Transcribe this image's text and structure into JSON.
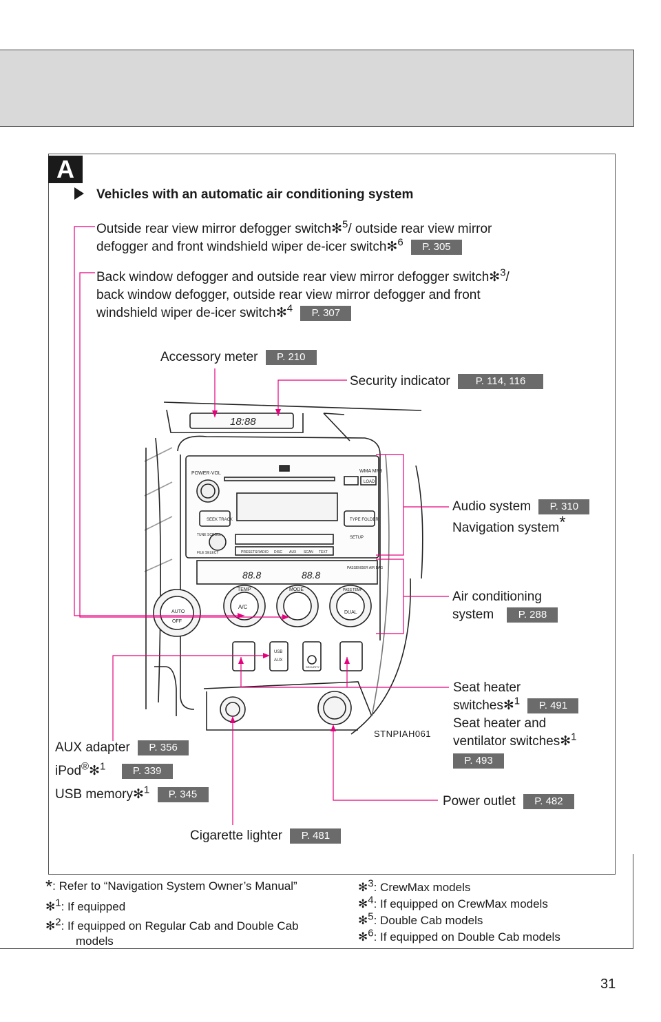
{
  "section_badge": "A",
  "heading": "Vehicles with an automatic air conditioning system",
  "labels": {
    "mirror_defogger": {
      "line1": "Outside rear view mirror defogger switch✻",
      "sup1": "5",
      "line1b": "/ outside rear view mirror",
      "line2": "defogger and front windshield wiper de-icer switch✻",
      "sup2": "6",
      "page": "P. 305"
    },
    "back_window": {
      "line1": "Back window defogger and outside rear view mirror defogger switch✻",
      "sup1": "3",
      "line1b": "/",
      "line2": "back window defogger, outside rear view mirror defogger and front",
      "line3": "windshield wiper de-icer switch✻",
      "sup3": "4",
      "page": "P. 307"
    },
    "accessory_meter": {
      "text": "Accessory meter",
      "page": "P. 210"
    },
    "security_indicator": {
      "text": "Security indicator",
      "page": "P. 114, 116"
    },
    "audio_system": {
      "text": "Audio system",
      "page": "P. 310"
    },
    "navigation_system": {
      "text": "Navigation system",
      "mark": "*"
    },
    "air_conditioning": {
      "line1": "Air conditioning",
      "line2": "system",
      "page": "P. 288"
    },
    "seat_heater": {
      "line1": "Seat heater",
      "line2": "switches✻",
      "sup2": "1",
      "page": "P. 491"
    },
    "seat_heater_vent": {
      "line1": "Seat heater and",
      "line2": "ventilator switches✻",
      "sup2": "1",
      "page": "P. 493"
    },
    "aux_adapter": {
      "text": "AUX adapter",
      "page": "P. 356"
    },
    "ipod": {
      "text": "iPod",
      "reg": "®",
      "ast": "✻",
      "sup": "1",
      "page": "P. 339"
    },
    "usb_memory": {
      "text": "USB memory✻",
      "sup": "1",
      "page": "P. 345"
    },
    "power_outlet": {
      "text": "Power outlet",
      "page": "P. 482"
    },
    "cigarette_lighter": {
      "text": "Cigarette lighter",
      "page": "P. 481"
    }
  },
  "image_caption": "STNPIAH061",
  "panel_text": {
    "clock": "18:88",
    "power_vol": "POWER·VOL",
    "wma": "WMA MP3",
    "load": "LOAD",
    "seek": "SEEK TRACK",
    "type": "TYPE FOLDER",
    "tune": "TUNE SCROLL",
    "file": "FILE SELECT",
    "setup": "SETUP",
    "buttons": [
      "PRESETS",
      "RADIO",
      "DISC",
      "AUX",
      "SCAN",
      "TEXT"
    ],
    "temp_display": "88.8",
    "passenger_airbag": "PASSENGER AIR BAG",
    "auto": "AUTO",
    "off": "OFF",
    "temp": "TEMP",
    "mode": "MODE",
    "ac": "A/C",
    "dual": "DUAL",
    "pass_temp": "PASS TEMP",
    "usb": "USB",
    "aux": "AUX",
    "security": "SECURITY"
  },
  "footnotes": {
    "nav": {
      "mark": "*",
      "text": ": Refer to “Navigation System Owner’s Manual”"
    },
    "f1": {
      "mark": "✻",
      "num": "1",
      "text": ":  If equipped"
    },
    "f2": {
      "mark": "✻",
      "num": "2",
      "text": ":  If equipped on Regular Cab and Double Cab",
      "text2": "models"
    },
    "f3": {
      "mark": "✻",
      "num": "3",
      "text": ":  CrewMax models"
    },
    "f4": {
      "mark": "✻",
      "num": "4",
      "text": ":  If equipped on CrewMax models"
    },
    "f5": {
      "mark": "✻",
      "num": "5",
      "text": ":  Double Cab models"
    },
    "f6": {
      "mark": "✻",
      "num": "6",
      "text": ":  If equipped on Double Cab models"
    }
  },
  "page_number": "31",
  "colors": {
    "leader": "#e6007e",
    "badge": "#6b6b6b",
    "band": "#d9d9d9"
  }
}
